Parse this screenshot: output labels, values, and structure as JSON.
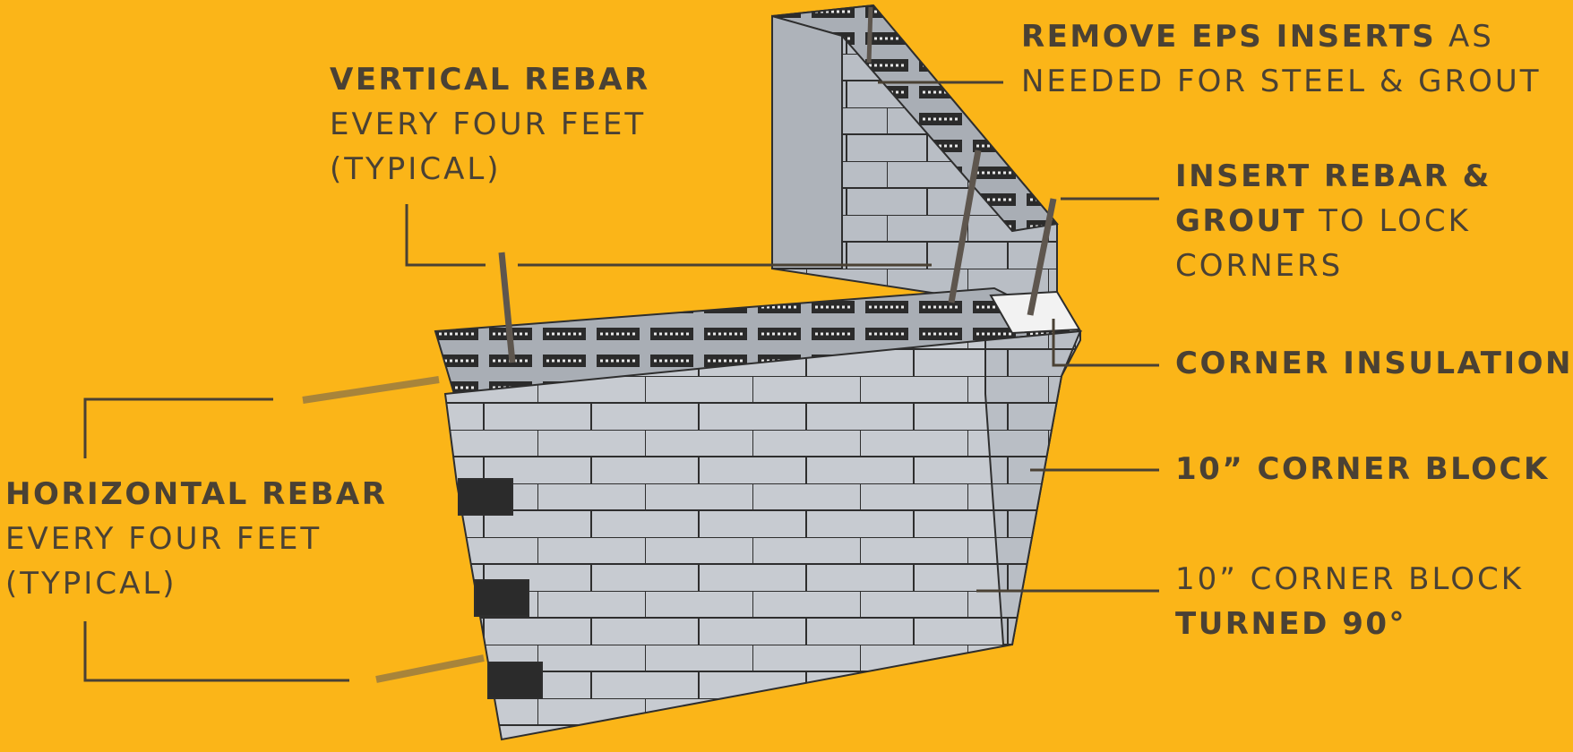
{
  "colors": {
    "background": "#FBB518",
    "label_text": "#4A4134",
    "leader_line": "#4A4134",
    "block_face": "#C9CDD3",
    "block_mortar": "#2E2E2E",
    "rebar": "#6E655C",
    "horizontal_rebar": "#B08A3C"
  },
  "labels": {
    "remove_eps": {
      "bold": "REMOVE EPS INSERTS",
      "rest": " AS",
      "line2": "NEEDED FOR STEEL & GROUT"
    },
    "vertical_rebar": {
      "bold": "VERTICAL REBAR",
      "line2": "EVERY FOUR FEET",
      "line3": "(TYPICAL)"
    },
    "insert_rebar": {
      "bold1": "INSERT REBAR &",
      "bold2": "GROUT",
      "rest2": " TO LOCK",
      "line3": "CORNERS"
    },
    "corner_insulation": {
      "bold": "CORNER INSULATION"
    },
    "corner_block": {
      "bold": "10” CORNER BLOCK"
    },
    "corner_block_turned": {
      "line1": "10” CORNER BLOCK",
      "bold": "TURNED 90°"
    },
    "horizontal_rebar": {
      "bold": "HORIZONTAL REBAR",
      "line2": "EVERY FOUR FEET",
      "line3": "(TYPICAL)"
    }
  }
}
